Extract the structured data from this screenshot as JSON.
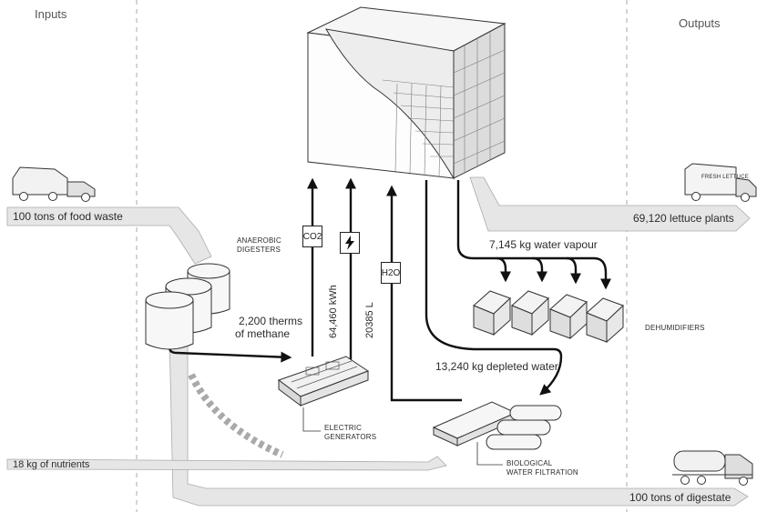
{
  "sections": {
    "inputs": "Inputs",
    "outputs": "Outputs"
  },
  "inputs": {
    "food_waste": "100 tons of food waste",
    "nutrients": "18 kg of nutrients"
  },
  "outputs": {
    "lettuce": "69,120 lettuce plants",
    "digestate": "100 tons of digestate"
  },
  "truck_sign": "FRESH LETTUCE",
  "flows": {
    "methane_line1": "2,200 therms",
    "methane_line2": "of methane",
    "kwh": "64,460 kWh",
    "water": "20385 L",
    "water_vapour": "7,145 kg water vapour",
    "depleted_water": "13,240 kg depleted water"
  },
  "tags": {
    "co2": "CO2",
    "h2o": "H2O",
    "power": "lightning"
  },
  "components": {
    "digesters_line1": "ANAEROBIC",
    "digesters_line2": "DIGESTERS",
    "generators_line1": "ELECTRIC",
    "generators_line2": "GENERATORS",
    "dehumidifiers": "DEHUMIDIFIERS",
    "filtration_line1": "BIOLOGICAL",
    "filtration_line2": "WATER FILTRATION"
  }
}
